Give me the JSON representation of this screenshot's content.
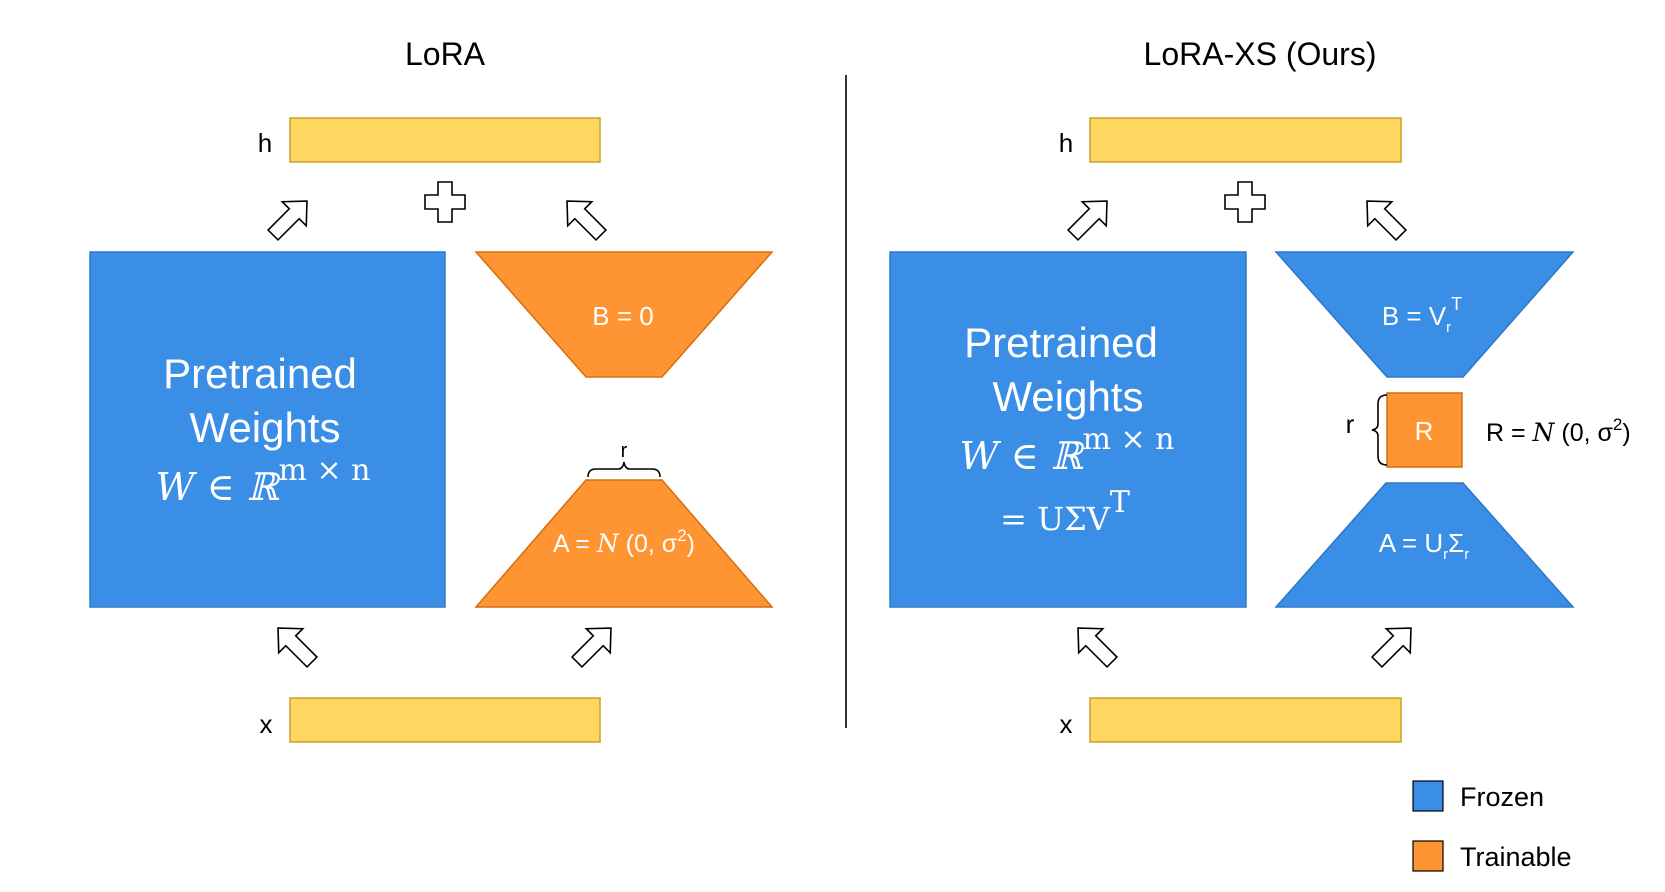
{
  "colors": {
    "frozen": "#3a8ee6",
    "trainable": "#ff9433",
    "vector": "#ffd660",
    "frozen_border": "#2f78c8",
    "trainable_border": "#d46f10",
    "vector_border": "#c9a227"
  },
  "left": {
    "title": "LoRA",
    "h_label": "h",
    "x_label": "x",
    "plus_icon": "plus-icon",
    "pretrained": {
      "line1": "Pretrained",
      "line2": "Weights",
      "formula_main": "W ∈ ℝ",
      "formula_sup": "m × n"
    },
    "b_label": "B = 0",
    "a_label": {
      "prefix": "A = ",
      "dist": "N",
      "args": " (0, σ",
      "sup": "2",
      "close": ")"
    },
    "rank_mark": "r"
  },
  "right": {
    "title": "LoRA-XS (Ours)",
    "h_label": "h",
    "x_label": "x",
    "plus_icon": "plus-icon",
    "pretrained": {
      "line1": "Pretrained",
      "line2": "Weights",
      "formula_main": "W ∈ ℝ",
      "formula_sup": "m × n",
      "formula2_main": "= UΣV",
      "formula2_sup": "T"
    },
    "b_label": {
      "prefix": "B = V",
      "sub": "r",
      "sup": "T"
    },
    "a_label": {
      "prefix": "A = U",
      "sub1": "r",
      "mid": "Σ",
      "sub2": "r"
    },
    "r_box": "R",
    "r_brace_label": "r",
    "r_def": {
      "prefix": "R = ",
      "dist": "N",
      "args": " (0, σ",
      "sup": "2",
      "close": ")"
    }
  },
  "legend": {
    "frozen_label": "Frozen",
    "trainable_label": "Trainable"
  }
}
